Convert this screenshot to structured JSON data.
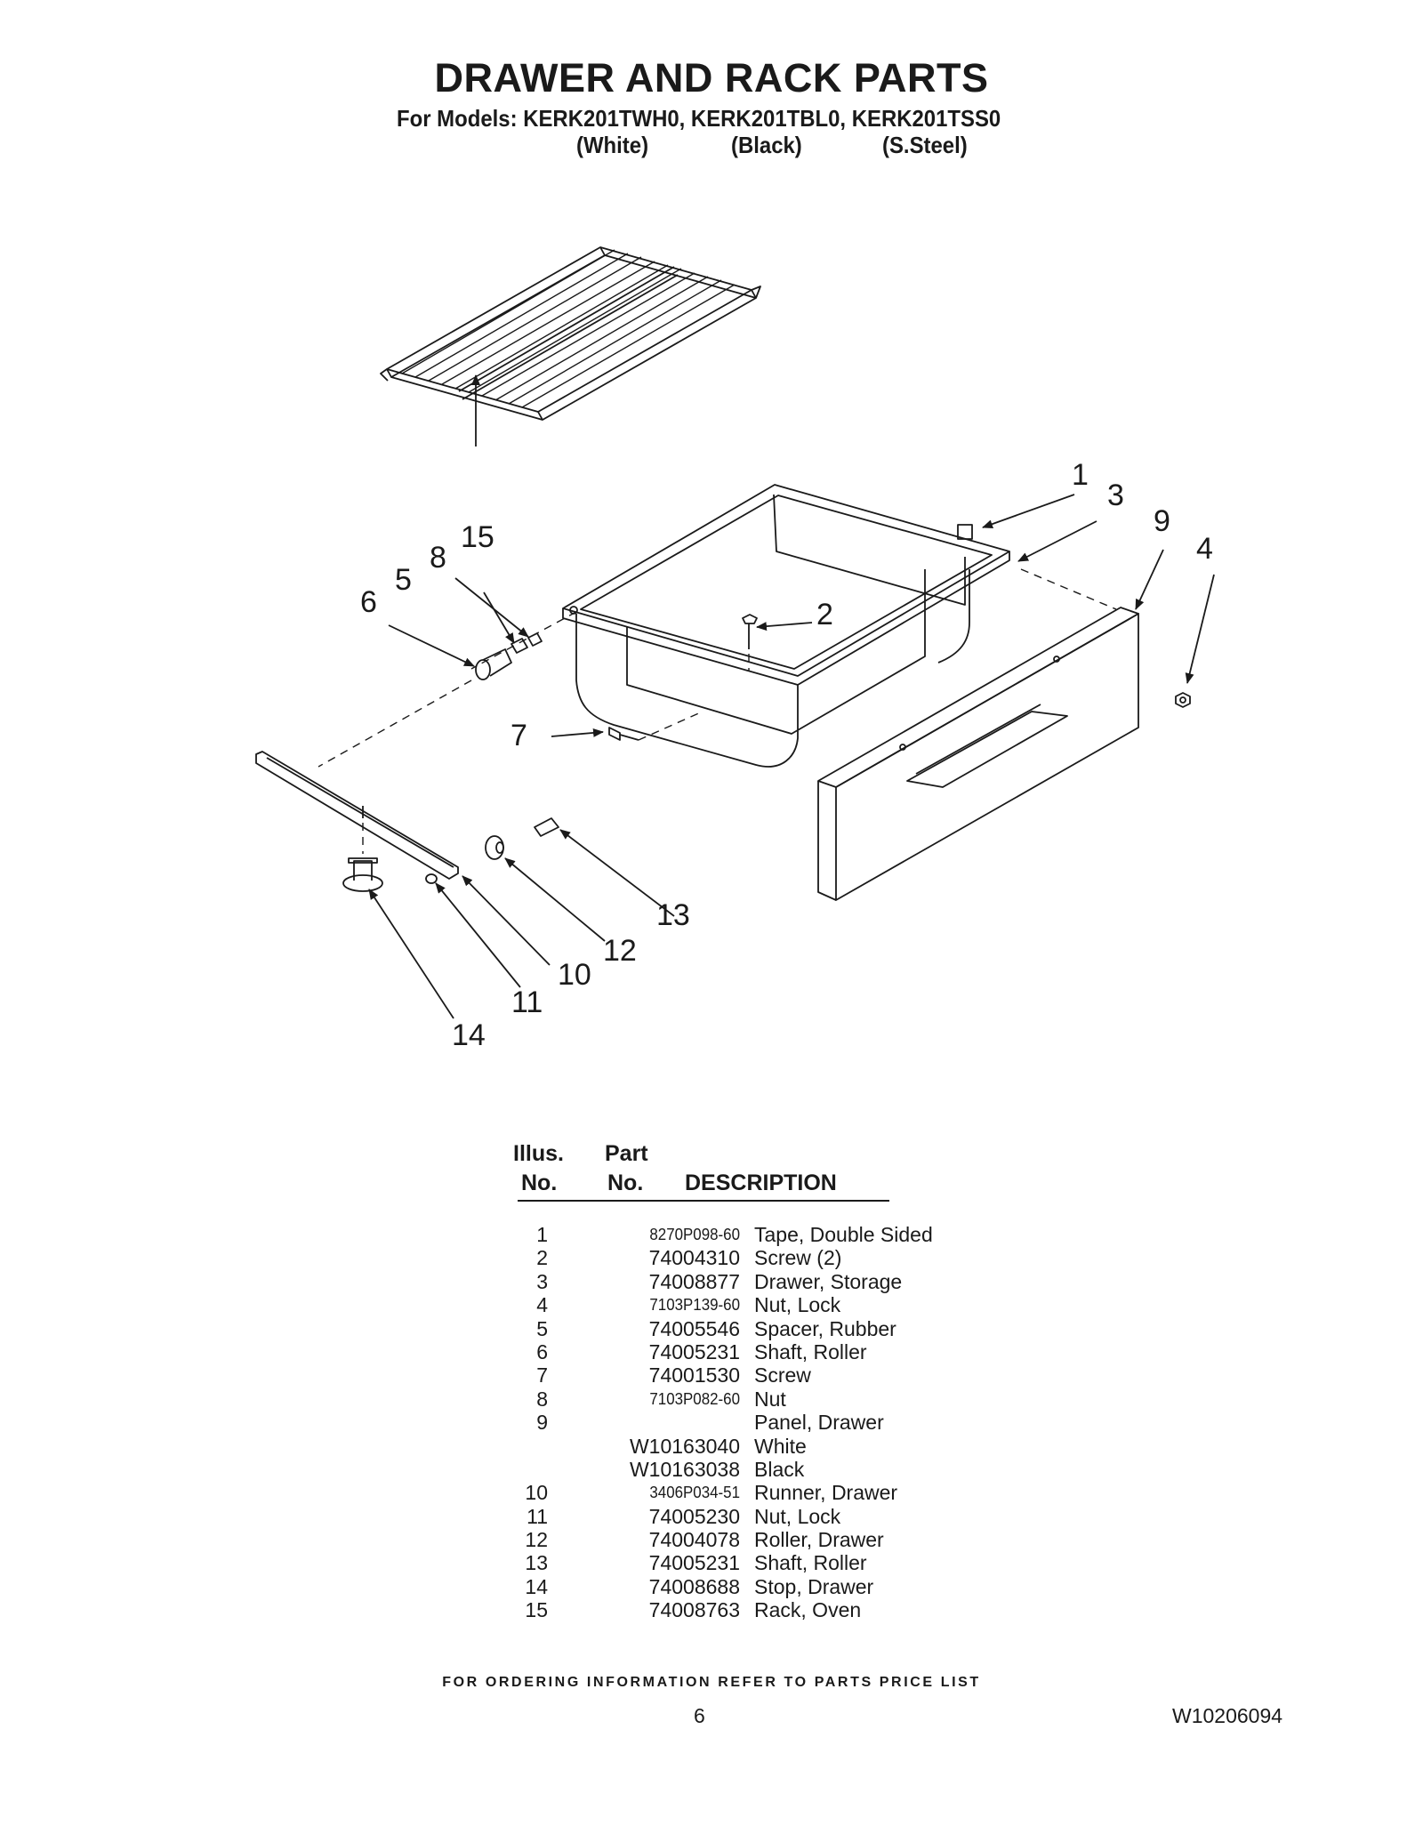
{
  "header": {
    "title": "DRAWER AND RACK PARTS",
    "models_line": "For Models: KERK201TWH0, KERK201TBL0, KERK201TSS0",
    "variants": [
      "(White)",
      "(Black)",
      "(S.Steel)"
    ]
  },
  "diagram": {
    "callouts": [
      "1",
      "2",
      "3",
      "4",
      "5",
      "6",
      "7",
      "8",
      "9",
      "10",
      "11",
      "12",
      "13",
      "14",
      "15"
    ]
  },
  "table": {
    "headers": {
      "illus_top": "Illus.",
      "illus_bottom": "No.",
      "part_top": "Part",
      "part_bottom": "No.",
      "description": "DESCRIPTION"
    },
    "rows": [
      {
        "no": "1",
        "part": "8270P098-60",
        "desc": "Tape, Double Sided"
      },
      {
        "no": "2",
        "part": "74004310",
        "desc": "Screw (2)"
      },
      {
        "no": "3",
        "part": "74008877",
        "desc": "Drawer, Storage"
      },
      {
        "no": "4",
        "part": "7103P139-60",
        "desc": "Nut, Lock"
      },
      {
        "no": "5",
        "part": "74005546",
        "desc": "Spacer, Rubber"
      },
      {
        "no": "6",
        "part": "74005231",
        "desc": "Shaft, Roller"
      },
      {
        "no": "7",
        "part": "74001530",
        "desc": "Screw"
      },
      {
        "no": "8",
        "part": "7103P082-60",
        "desc": "Nut"
      },
      {
        "no": "9",
        "part": "",
        "desc": "Panel, Drawer"
      },
      {
        "no": "",
        "part": "W10163040",
        "desc": "White"
      },
      {
        "no": "",
        "part": "W10163038",
        "desc": "Black"
      },
      {
        "no": "10",
        "part": "3406P034-51",
        "desc": "Runner, Drawer"
      },
      {
        "no": "11",
        "part": "74005230",
        "desc": "Nut, Lock"
      },
      {
        "no": "12",
        "part": "74004078",
        "desc": "Roller, Drawer"
      },
      {
        "no": "13",
        "part": "74005231",
        "desc": "Shaft, Roller"
      },
      {
        "no": "14",
        "part": "74008688",
        "desc": "Stop, Drawer"
      },
      {
        "no": "15",
        "part": "74008763",
        "desc": "Rack, Oven"
      }
    ]
  },
  "footer": {
    "ordering_note": "FOR ORDERING INFORMATION REFER TO PARTS PRICE LIST",
    "page_number": "6",
    "document_number": "W10206094"
  }
}
